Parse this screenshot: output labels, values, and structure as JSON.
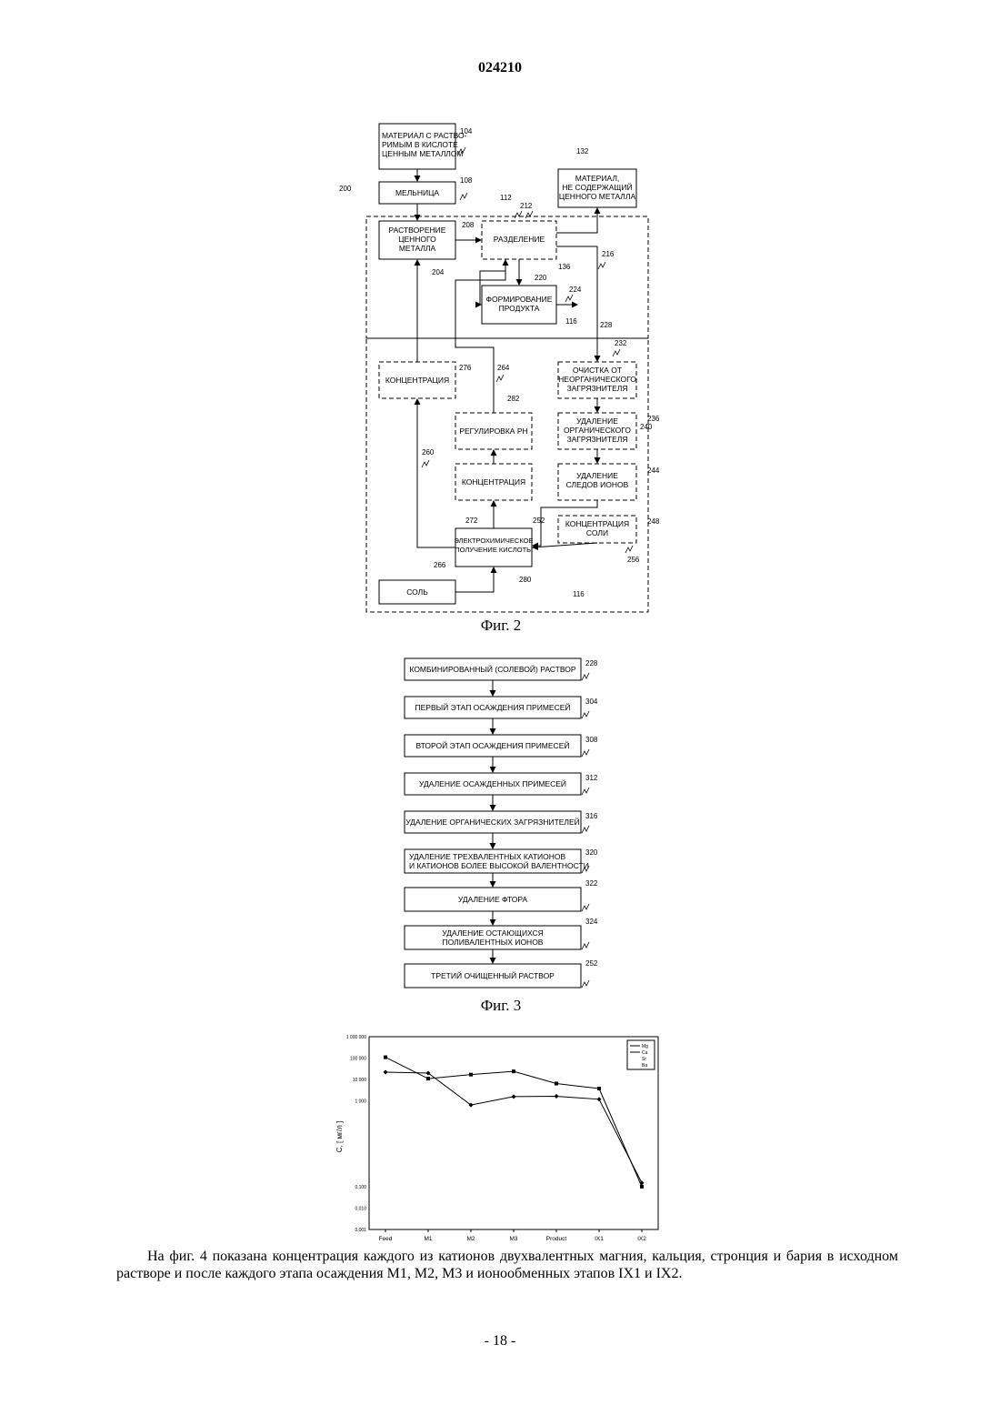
{
  "header": {
    "doc_number": "024210"
  },
  "fig2": {
    "caption": "Фиг. 2",
    "nodes": [
      {
        "id": "n104",
        "lines": [
          "МАТЕРИАЛ С РАСТВО-",
          "РИМЫМ В КИСЛОТЕ",
          "ЦЕННЫМ МЕТАЛЛОМ"
        ]
      },
      {
        "id": "n108",
        "lines": [
          "МЕЛЬНИЦА"
        ]
      },
      {
        "id": "n132",
        "lines": [
          "МАТЕРИАЛ,",
          "НЕ СОДЕРЖАЩИЙ",
          "ЦЕННОГО МЕТАЛЛА"
        ]
      },
      {
        "id": "n204",
        "lines": [
          "РАСТВОРЕНИЕ",
          "ЦЕННОГО",
          "МЕТАЛЛА"
        ]
      },
      {
        "id": "n212",
        "lines": [
          "РАЗДЕЛЕНИЕ"
        ]
      },
      {
        "id": "n136",
        "lines": [
          "ФОРМИРОВАНИЕ",
          "ПРОДУКТА"
        ]
      },
      {
        "id": "n276",
        "lines": [
          "КОНЦЕНТРАЦИЯ"
        ]
      },
      {
        "id": "n232",
        "lines": [
          "ОЧИСТКА ОТ",
          "НЕОРГАНИЧЕСКОГО",
          "ЗАГРЯЗНИТЕЛЯ"
        ]
      },
      {
        "id": "n282",
        "lines": [
          "РЕГУЛИРОВКА PH"
        ]
      },
      {
        "id": "n240",
        "lines": [
          "УДАЛЕНИЕ",
          "ОРГАНИЧЕСКОГО",
          "ЗАГРЯЗНИТЕЛЯ"
        ]
      },
      {
        "id": "n272",
        "lines": [
          "КОНЦЕНТРАЦИЯ"
        ]
      },
      {
        "id": "n244",
        "lines": [
          "УДАЛЕНИЕ",
          "СЛЕДОВ ИОНОВ"
        ]
      },
      {
        "id": "n280",
        "lines": [
          "ЭЛЕКТРОХИМИЧЕСКОЕ",
          "ПОЛУЧЕНИЕ КИСЛОТЫ"
        ]
      },
      {
        "id": "n256",
        "lines": [
          "КОНЦЕНТРАЦИЯ",
          "СОЛИ"
        ]
      },
      {
        "id": "n268",
        "lines": [
          "СОЛЬ"
        ]
      }
    ],
    "refs": [
      "104",
      "108",
      "200",
      "132",
      "112",
      "212",
      "208",
      "204",
      "220",
      "136",
      "216",
      "224",
      "116",
      "228",
      "232",
      "276",
      "264",
      "282",
      "236",
      "240",
      "260",
      "244",
      "272",
      "252",
      "248",
      "266",
      "280",
      "256",
      "116"
    ]
  },
  "fig3": {
    "caption": "Фиг. 3",
    "steps": [
      {
        "lines": [
          "КОМБИНИРОВАННЫЙ (СОЛЕВОЙ) РАСТВОР"
        ],
        "ref": "228"
      },
      {
        "lines": [
          "ПЕРВЫЙ ЭТАП ОСАЖДЕНИЯ ПРИМЕСЕЙ"
        ],
        "ref": "304"
      },
      {
        "lines": [
          "ВТОРОЙ ЭТАП ОСАЖДЕНИЯ ПРИМЕСЕЙ"
        ],
        "ref": "308"
      },
      {
        "lines": [
          "УДАЛЕНИЕ ОСАЖДЕННЫХ ПРИМЕСЕЙ"
        ],
        "ref": "312"
      },
      {
        "lines": [
          "УДАЛЕНИЕ ОРГАНИЧЕСКИХ ЗАГРЯЗНИТЕЛЕЙ"
        ],
        "ref": "316"
      },
      {
        "lines": [
          "УДАЛЕНИЕ ТРЕХВАЛЕНТНЫХ КАТИОНОВ",
          "И КАТИОНОВ БОЛЕЕ ВЫСОКОЙ ВАЛЕНТНОСТИ"
        ],
        "ref": "320"
      },
      {
        "lines": [
          "УДАЛЕНИЕ ФТОРА"
        ],
        "ref": "322"
      },
      {
        "lines": [
          "УДАЛЕНИЕ ОСТАЮЩИХСЯ",
          "ПОЛИВАЛЕНТНЫХ  ИОНОВ"
        ],
        "ref": "324"
      },
      {
        "lines": [
          "ТРЕТИЙ ОЧИЩЕННЫЙ РАСТВОР"
        ],
        "ref": "252"
      }
    ]
  },
  "chart_data": {
    "type": "line",
    "categories": [
      "Feed",
      "M1",
      "M2",
      "M3",
      "Product",
      "IX1",
      "IX2"
    ],
    "ylabel": "C, [ мг/л ]",
    "yscale": "log",
    "ylim": [
      0.001,
      1000000
    ],
    "yticks": [
      "1 000 000",
      "100 000",
      "10 000",
      "1 000",
      "0,100",
      "0,010",
      "0,001"
    ],
    "legend": {
      "position": "top-right",
      "entries": [
        "Mg",
        "Ca",
        "Sr",
        "Ba"
      ]
    },
    "series": [
      {
        "name": "Mg",
        "values": [
          22000,
          20000,
          650,
          1600,
          1650,
          1200,
          0.15
        ]
      },
      {
        "name": "Ca",
        "values": [
          110000,
          11000,
          17000,
          24000,
          6500,
          3800,
          0.1
        ]
      }
    ],
    "grid": false
  },
  "paragraph": "На фиг. 4 показана концентрация каждого из катионов двухвалентных магния, кальция, стронция и бария в исходном растворе и после каждого этапа осаждения M1, M2, M3 и ионообменных этапов IX1 и IX2.",
  "footer": {
    "page_number": "- 18 -"
  }
}
